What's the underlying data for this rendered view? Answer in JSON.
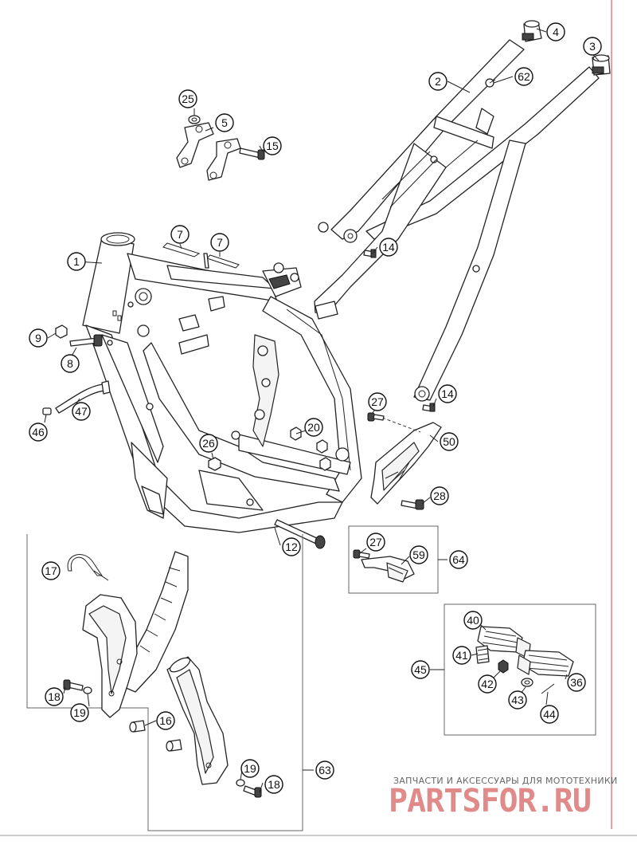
{
  "callouts": [
    {
      "id": "c1",
      "label": "1"
    },
    {
      "id": "c2",
      "label": "2"
    },
    {
      "id": "c3",
      "label": "3"
    },
    {
      "id": "c4",
      "label": "4"
    },
    {
      "id": "c5",
      "label": "5"
    },
    {
      "id": "c7a",
      "label": "7"
    },
    {
      "id": "c7b",
      "label": "7"
    },
    {
      "id": "c8",
      "label": "8"
    },
    {
      "id": "c9",
      "label": "9"
    },
    {
      "id": "c12",
      "label": "12"
    },
    {
      "id": "c14a",
      "label": "14"
    },
    {
      "id": "c14b",
      "label": "14"
    },
    {
      "id": "c15",
      "label": "15"
    },
    {
      "id": "c16",
      "label": "16"
    },
    {
      "id": "c17",
      "label": "17"
    },
    {
      "id": "c18a",
      "label": "18"
    },
    {
      "id": "c18b",
      "label": "18"
    },
    {
      "id": "c19a",
      "label": "19"
    },
    {
      "id": "c19b",
      "label": "19"
    },
    {
      "id": "c20",
      "label": "20"
    },
    {
      "id": "c25",
      "label": "25"
    },
    {
      "id": "c26",
      "label": "26"
    },
    {
      "id": "c27a",
      "label": "27"
    },
    {
      "id": "c27b",
      "label": "27"
    },
    {
      "id": "c28",
      "label": "28"
    },
    {
      "id": "c36",
      "label": "36"
    },
    {
      "id": "c40",
      "label": "40"
    },
    {
      "id": "c41",
      "label": "41"
    },
    {
      "id": "c42",
      "label": "42"
    },
    {
      "id": "c43",
      "label": "43"
    },
    {
      "id": "c44",
      "label": "44"
    },
    {
      "id": "c45",
      "label": "45"
    },
    {
      "id": "c46",
      "label": "46"
    },
    {
      "id": "c47",
      "label": "47"
    },
    {
      "id": "c50",
      "label": "50"
    },
    {
      "id": "c59",
      "label": "59"
    },
    {
      "id": "c62",
      "label": "62"
    },
    {
      "id": "c63",
      "label": "63"
    },
    {
      "id": "c64",
      "label": "64"
    }
  ],
  "watermark": {
    "tagline": "ЗАПЧАСТИ И АКСЕССУАРЫ ДЛЯ МОТОТЕХНИКИ",
    "brand": "PARTSFOR.RU"
  }
}
